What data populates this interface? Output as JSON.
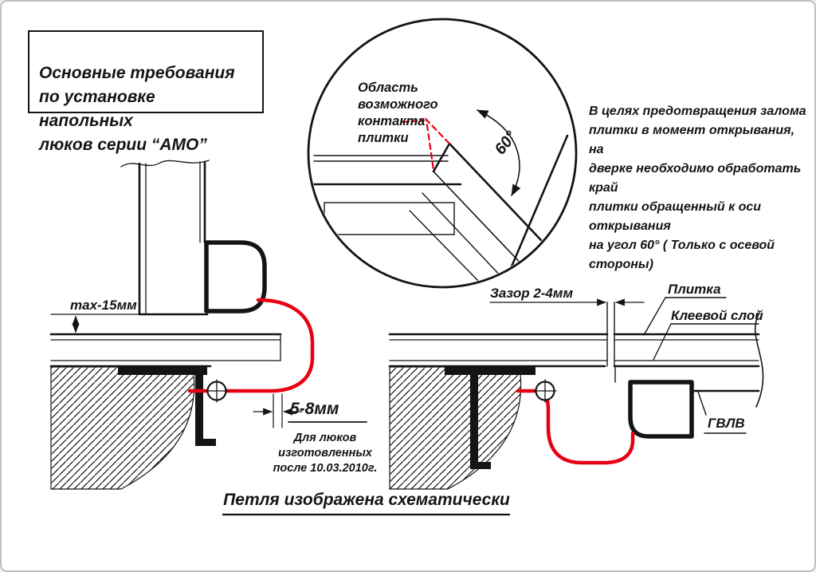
{
  "title": {
    "text": "Основные требования\nпо установке напольных\nлюков серии “АМО”"
  },
  "detail": {
    "area_label": "Область возможного\nконтакта\nплитки",
    "angle_label": "60°"
  },
  "note": {
    "text": "В целях предотвращения залома\nплитки в момент открывания, на\nдверке необходимо обработать край\nплитки обращенный к оси открывания\nна угол 60° ( Только с осевой\nстороны)"
  },
  "left_view": {
    "max_dim": "max-15мм",
    "gap_dim": "5-8мм",
    "mfg_note": "Для люков изготовленных\nпосле 10.03.2010г."
  },
  "right_view": {
    "clearance_dim": "Зазор 2-4мм",
    "tile_label": "Плитка",
    "adhesive_label": "Клеевой слой",
    "board_label": "ГВЛВ"
  },
  "footer": {
    "caption": "Петля изображена схематически"
  },
  "colors": {
    "accent_red": "#e60012",
    "ink": "#141414"
  }
}
